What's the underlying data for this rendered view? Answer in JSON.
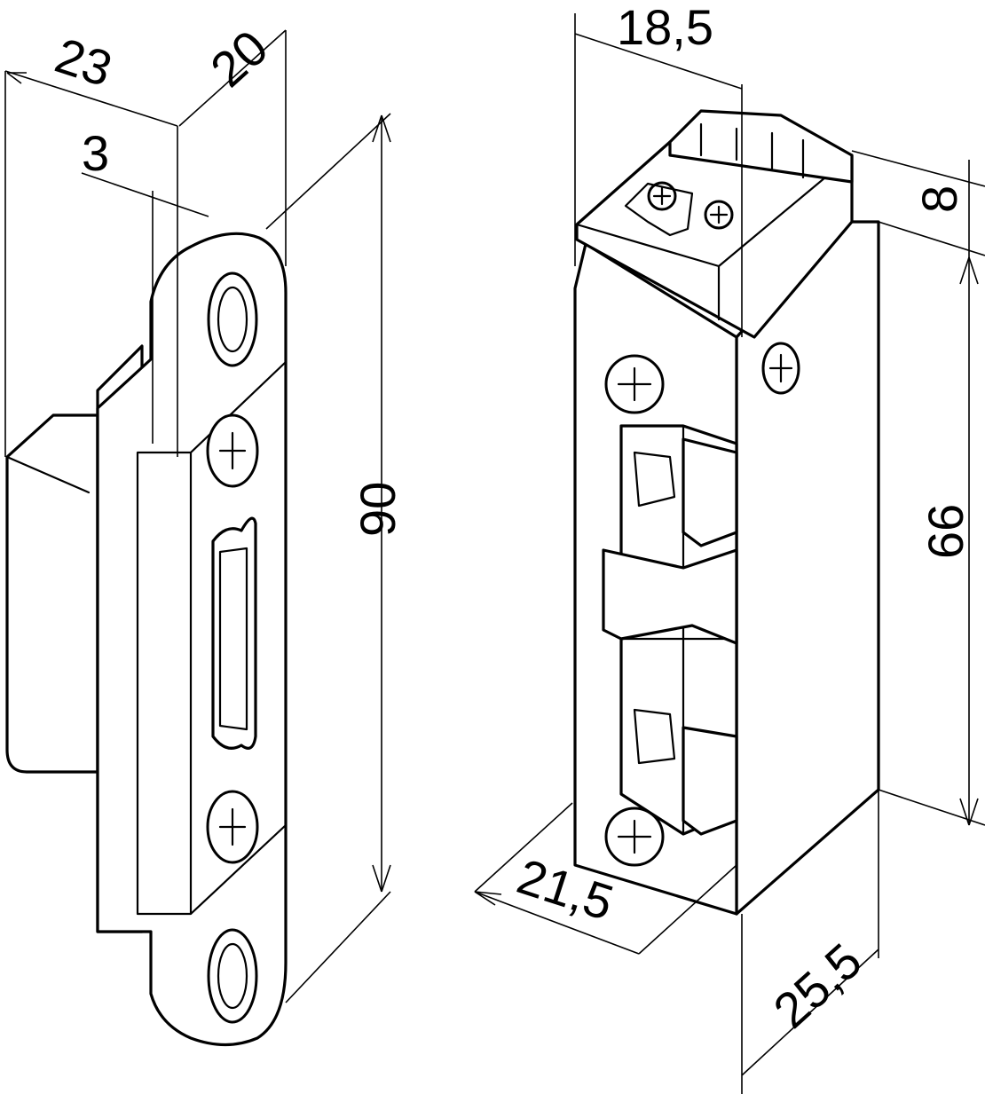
{
  "strike_plate": {
    "dimensions": {
      "width": "23",
      "depth": "20",
      "lip_offset": "3",
      "length": "90"
    }
  },
  "door_opener": {
    "dimensions": {
      "top_width": "18,5",
      "terminal_height": "8",
      "body_height": "66",
      "front_width": "21,5",
      "side_depth": "25,5"
    }
  }
}
